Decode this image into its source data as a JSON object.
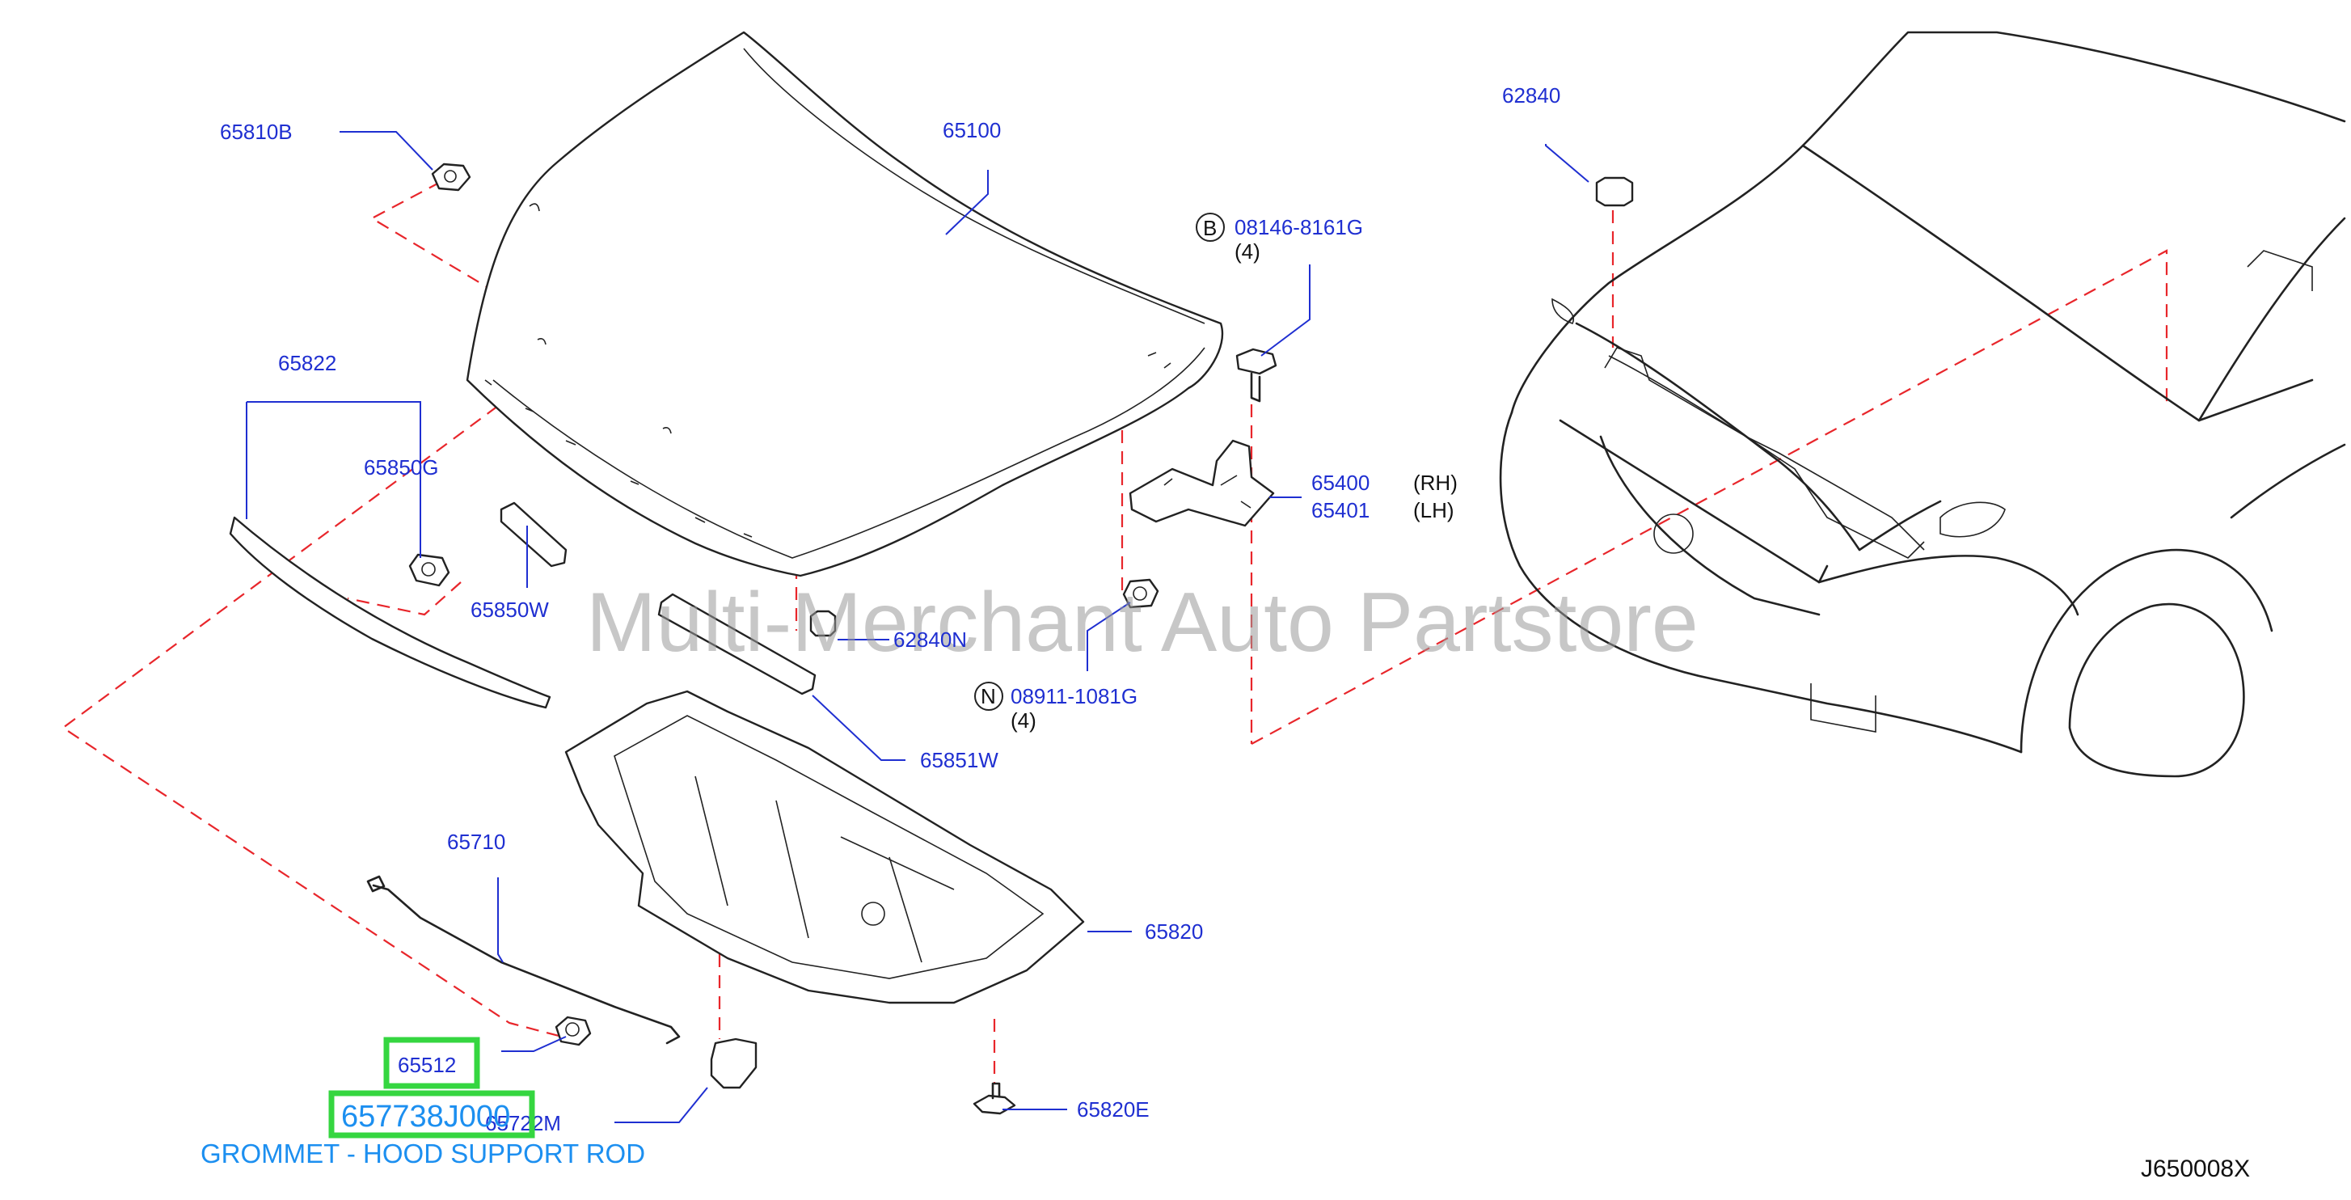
{
  "diagram": {
    "labels": {
      "p65810B": "65810B",
      "p65100": "65100",
      "p62840_top": "62840",
      "p08146": "08146-8161G",
      "p08146_qty": "(4)",
      "p08146_circle": "B",
      "p65822": "65822",
      "p65850G": "65850G",
      "p65850W": "65850W",
      "p62840N": "62840N",
      "p65400": "65400",
      "p65401": "65401",
      "rh": "(RH)",
      "lh": "(LH)",
      "p08911": "08911-1081G",
      "p08911_qty": "(4)",
      "p08911_circle": "N",
      "p65851W": "65851W",
      "p65710": "65710",
      "p65820": "65820",
      "p65512": "65512",
      "p65722M": "65722M",
      "p65820E": "65820E"
    },
    "watermark": "Multi-Merchant Auto Partstore",
    "selected_part_number": "657738J000",
    "selected_part_description": "GROMMET - HOOD SUPPORT ROD",
    "diagram_code": "J650008X"
  },
  "colors": {
    "label_blue": "#1f2fd1",
    "dash_red": "#e8262b",
    "highlight_green": "#35d640",
    "selection_blue": "#1c8ff0"
  }
}
